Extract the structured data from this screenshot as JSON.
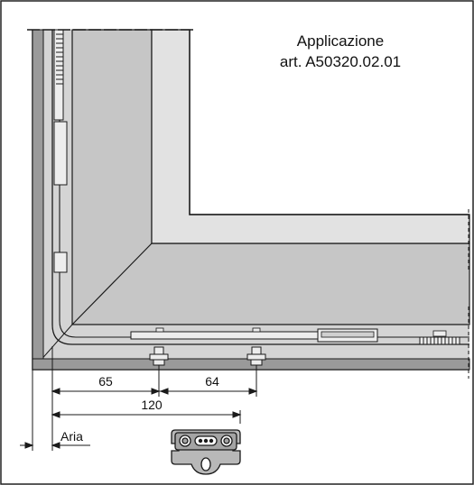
{
  "caption": {
    "line1": "Applicazione",
    "line2": "art. A50320.02.01"
  },
  "dimensions": {
    "d1": "65",
    "d2": "64",
    "d3": "120",
    "gap": "Aria"
  },
  "colors": {
    "frame_light": "#d6d6d6",
    "frame_mid": "#c4c4c4",
    "frame_dark": "#8c8c8c",
    "outline": "#1a1a1a",
    "background": "#ffffff"
  }
}
